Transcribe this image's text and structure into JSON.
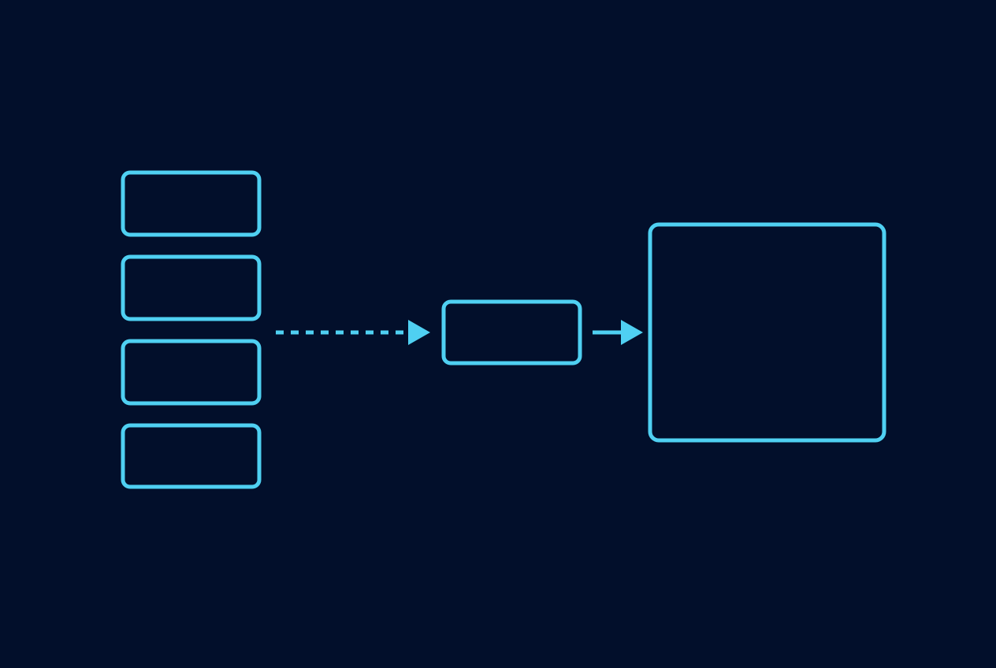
{
  "diagram": {
    "background_color": "#020f2b",
    "stroke_color": "#4fd0f2",
    "source_stack": {
      "count": 4
    },
    "connectors": [
      {
        "from": "source-stack",
        "to": "middle-node",
        "style": "dashed",
        "arrow": "head"
      },
      {
        "from": "middle-node",
        "to": "output-node",
        "style": "solid",
        "arrow": "head"
      }
    ]
  }
}
